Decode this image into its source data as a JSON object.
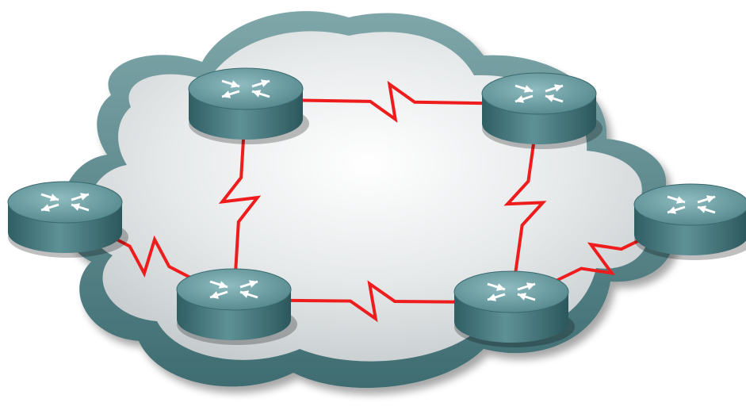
{
  "diagram": {
    "type": "network-topology",
    "background_shape": "cloud",
    "colors": {
      "background": "#ffffff",
      "cloud_fill_light": "#ffffff",
      "cloud_fill_dark": "#c9cfd1",
      "cloud_rim": "#5f8e92",
      "cloud_rim_dark": "#3e6c71",
      "router_top": "#6d9ea2",
      "router_side": "#3f7277",
      "arrow": "#ffffff",
      "link": "#ee1c1c"
    },
    "icons": {
      "router": "router-icon",
      "link": "serial-link-zigzag-icon"
    },
    "routers": [
      {
        "id": "r1"
      },
      {
        "id": "r2"
      },
      {
        "id": "r3"
      },
      {
        "id": "r4"
      },
      {
        "id": "r5"
      },
      {
        "id": "r6"
      }
    ],
    "links": [
      {
        "from": "r1",
        "to": "r2",
        "style": "serial"
      },
      {
        "from": "r1",
        "to": "r5",
        "style": "serial"
      },
      {
        "from": "r2",
        "to": "r6",
        "style": "serial"
      },
      {
        "from": "r5",
        "to": "r6",
        "style": "serial"
      },
      {
        "from": "r3",
        "to": "r5",
        "style": "serial"
      },
      {
        "from": "r4",
        "to": "r6",
        "style": "serial"
      }
    ]
  }
}
